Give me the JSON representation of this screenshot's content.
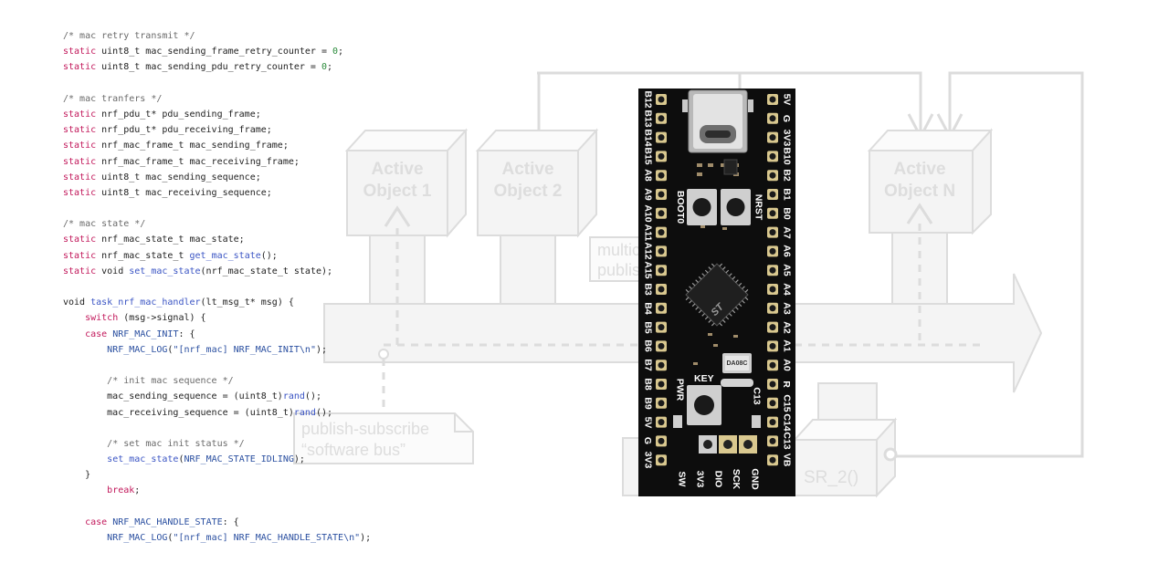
{
  "diagram": {
    "active_objects": [
      {
        "line1": "Active",
        "line2": "Object 1"
      },
      {
        "line1": "Active",
        "line2": "Object 2"
      },
      {
        "line1": "Active",
        "line2": "Object N"
      }
    ],
    "multicast_note": {
      "line1": "multic",
      "line2": "publis"
    },
    "bus_note": {
      "line1": "publish-subscribe",
      "line2": "“software bus”"
    },
    "isr_label": "SR_2()"
  },
  "code": [
    [
      [
        "cm",
        "/* mac retry transmit */"
      ]
    ],
    [
      [
        "kw",
        "static"
      ],
      [
        "ty",
        " uint8_t mac_sending_frame_retry_counter = "
      ],
      [
        "num",
        "0"
      ],
      [
        "ty",
        ";"
      ]
    ],
    [
      [
        "kw",
        "static"
      ],
      [
        "ty",
        " uint8_t mac_sending_pdu_retry_counter = "
      ],
      [
        "num",
        "0"
      ],
      [
        "ty",
        ";"
      ]
    ],
    [],
    [
      [
        "cm",
        "/* mac tranfers */"
      ]
    ],
    [
      [
        "kw",
        "static"
      ],
      [
        "ty",
        " nrf_pdu_t* pdu_sending_frame;"
      ]
    ],
    [
      [
        "kw",
        "static"
      ],
      [
        "ty",
        " nrf_pdu_t* pdu_receiving_frame;"
      ]
    ],
    [
      [
        "kw",
        "static"
      ],
      [
        "ty",
        " nrf_mac_frame_t mac_sending_frame;"
      ]
    ],
    [
      [
        "kw",
        "static"
      ],
      [
        "ty",
        " nrf_mac_frame_t mac_receiving_frame;"
      ]
    ],
    [
      [
        "kw",
        "static"
      ],
      [
        "ty",
        " uint8_t mac_sending_sequence;"
      ]
    ],
    [
      [
        "kw",
        "static"
      ],
      [
        "ty",
        " uint8_t mac_receiving_sequence;"
      ]
    ],
    [],
    [
      [
        "cm",
        "/* mac state */"
      ]
    ],
    [
      [
        "kw",
        "static"
      ],
      [
        "ty",
        " nrf_mac_state_t mac_state;"
      ]
    ],
    [
      [
        "kw",
        "static"
      ],
      [
        "ty",
        " nrf_mac_state_t "
      ],
      [
        "fn",
        "get_mac_state"
      ],
      [
        "ty",
        "();"
      ]
    ],
    [
      [
        "kw",
        "static"
      ],
      [
        "ty",
        " void "
      ],
      [
        "fn",
        "set_mac_state"
      ],
      [
        "ty",
        "(nrf_mac_state_t state);"
      ]
    ],
    [],
    [
      [
        "ty",
        "void "
      ],
      [
        "fn",
        "task_nrf_mac_handler"
      ],
      [
        "ty",
        "(lt_msg_t* msg) {"
      ]
    ],
    [
      [
        "ty",
        "    "
      ],
      [
        "kw",
        "switch"
      ],
      [
        "ty",
        " (msg->signal) {"
      ]
    ],
    [
      [
        "ty",
        "    "
      ],
      [
        "kw",
        "case"
      ],
      [
        "ty",
        " "
      ],
      [
        "mac",
        "NRF_MAC_INIT"
      ],
      [
        "ty",
        ": {"
      ]
    ],
    [
      [
        "ty",
        "        "
      ],
      [
        "mac",
        "NRF_MAC_LOG"
      ],
      [
        "ty",
        "("
      ],
      [
        "str",
        "\"[nrf_mac] NRF_MAC_INIT\\n\""
      ],
      [
        "ty",
        ");"
      ]
    ],
    [],
    [
      [
        "ty",
        "        "
      ],
      [
        "cm",
        "/* init mac sequence */"
      ]
    ],
    [
      [
        "ty",
        "        mac_sending_sequence = (uint8_t)"
      ],
      [
        "fn",
        "rand"
      ],
      [
        "ty",
        "();"
      ]
    ],
    [
      [
        "ty",
        "        mac_receiving_sequence = (uint8_t)"
      ],
      [
        "fn",
        "rand"
      ],
      [
        "ty",
        "();"
      ]
    ],
    [],
    [
      [
        "ty",
        "        "
      ],
      [
        "cm",
        "/* set mac init status */"
      ]
    ],
    [
      [
        "ty",
        "        "
      ],
      [
        "fn",
        "set_mac_state"
      ],
      [
        "ty",
        "("
      ],
      [
        "mac",
        "NRF_MAC_STATE_IDLING"
      ],
      [
        "ty",
        ");"
      ]
    ],
    [
      [
        "ty",
        "    }"
      ]
    ],
    [
      [
        "ty",
        "        "
      ],
      [
        "kw",
        "break"
      ],
      [
        "ty",
        ";"
      ]
    ],
    [],
    [
      [
        "ty",
        "    "
      ],
      [
        "kw",
        "case"
      ],
      [
        "ty",
        " "
      ],
      [
        "mac",
        "NRF_MAC_HANDLE_STATE"
      ],
      [
        "ty",
        ": {"
      ]
    ],
    [
      [
        "ty",
        "        "
      ],
      [
        "mac",
        "NRF_MAC_LOG"
      ],
      [
        "ty",
        "("
      ],
      [
        "str",
        "\"[nrf_mac] NRF_MAC_HANDLE_STATE\\n\""
      ],
      [
        "ty",
        ");"
      ]
    ]
  ],
  "board": {
    "left_pins": [
      "B12",
      "B13",
      "B14",
      "B15",
      "A8",
      "A9",
      "A10",
      "A11",
      "A12",
      "A15",
      "B3",
      "B4",
      "B5",
      "B6",
      "B7",
      "B8",
      "B9",
      "5V",
      "G",
      "3V3"
    ],
    "right_pins": [
      "5V",
      "G",
      "3V3",
      "B10",
      "B2",
      "B1",
      "B0",
      "A7",
      "A6",
      "A5",
      "A4",
      "A3",
      "A2",
      "A1",
      "A0",
      "R",
      "C15",
      "C14",
      "C13",
      "VB"
    ],
    "bottom_pins": [
      "SW",
      "3V3",
      "DIO",
      "SCK",
      "GND"
    ],
    "button_boot": "BOOT0",
    "button_nrst": "NRST",
    "button_key": "KEY",
    "led_pwr": "PWR",
    "led_c13": "C13",
    "crystal_label": "DA08C",
    "chip_logo": "ST",
    "colors": {
      "pcb": "#0d0d0d",
      "silk": "#ffffff",
      "pad": "#d9c88f"
    }
  }
}
